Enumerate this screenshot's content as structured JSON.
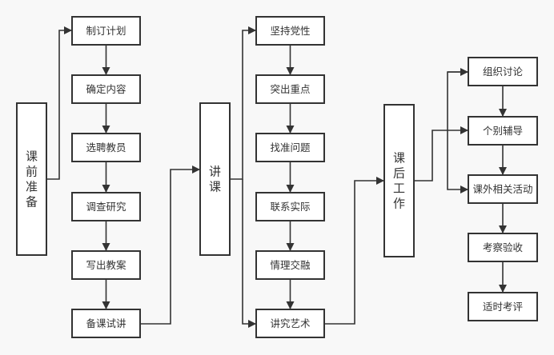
{
  "stages": [
    {
      "label_chars": [
        "课",
        "前",
        "准",
        "备"
      ],
      "steps": [
        "制订计划",
        "确定内容",
        "选聘教员",
        "调查研究",
        "写出教案",
        "备课试讲"
      ]
    },
    {
      "label_chars": [
        "讲",
        "课"
      ],
      "steps": [
        "坚持党性",
        "突出重点",
        "找准问题",
        "联系实际",
        "情理交融",
        "讲究艺术"
      ]
    },
    {
      "label_chars": [
        "课",
        "后",
        "工",
        "作"
      ],
      "steps": [
        "组织讨论",
        "个别辅导",
        "课外相关活动",
        "考察验收",
        "适时考评"
      ]
    }
  ],
  "colors": {
    "line": "#333333",
    "box_fill": "#ffffff",
    "background": "#f8f8f8"
  }
}
